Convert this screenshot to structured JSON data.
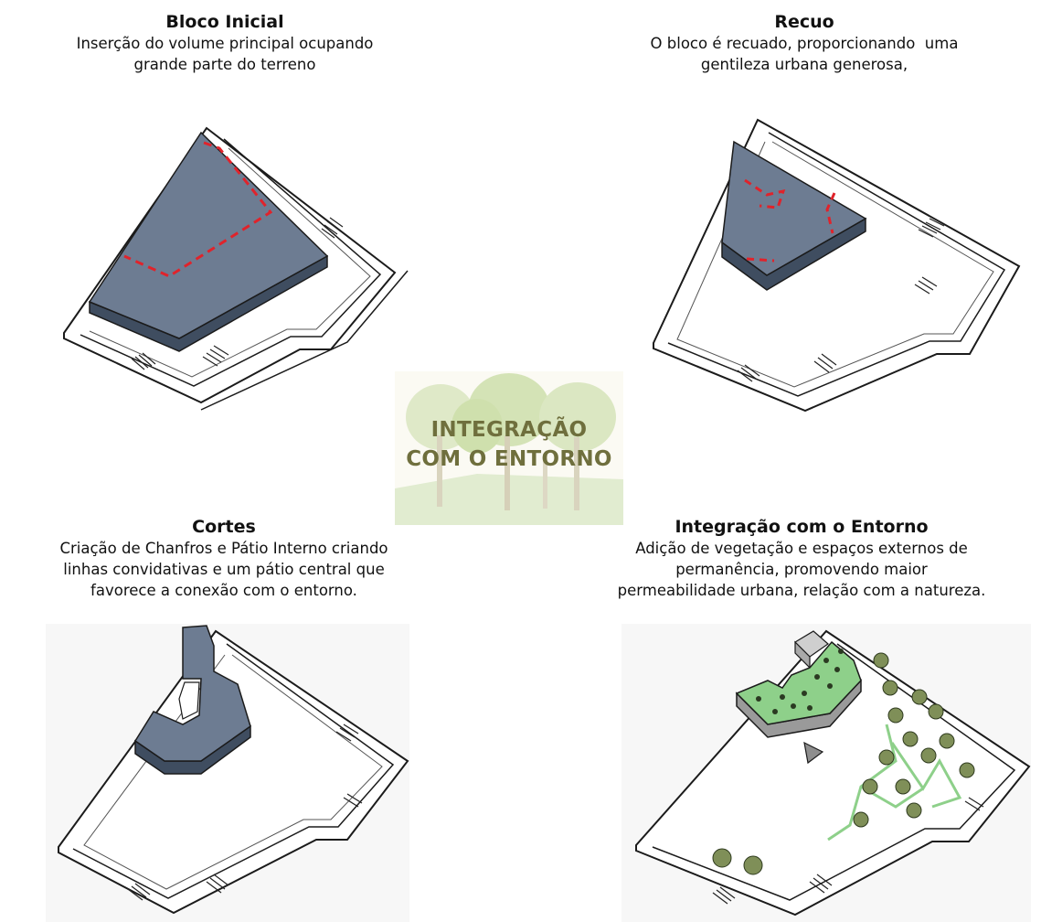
{
  "steps": [
    {
      "title": "Bloco Inicial",
      "lines": [
        "Inserção do volume principal ocupando",
        "grande parte do terreno"
      ]
    },
    {
      "title": "Recuo",
      "lines": [
        "O bloco é recuado, proporcionando  uma",
        "gentileza urbana generosa,"
      ]
    },
    {
      "title": "Cortes",
      "lines": [
        "Criação de Chanfros e Pátio Interno criando",
        "linhas convidativas e um pátio central que",
        "favorece a conexão com o entorno."
      ]
    },
    {
      "title": "Integração com o Entorno",
      "lines": [
        "Adição de vegetação e espaços externos de",
        "permanência, promovendo maior",
        "permeabilidade urbana, relação com a natureza."
      ]
    }
  ],
  "badge": {
    "line1": "INTEGRAÇÃO",
    "line2": "COM O ENTORNO"
  },
  "colors": {
    "volume": "#6d7c92",
    "volume_side": "#3f4d60",
    "cut_line": "#e0232b",
    "vegetation": "#8ed08a",
    "badge_text": "#6f6f3d"
  }
}
